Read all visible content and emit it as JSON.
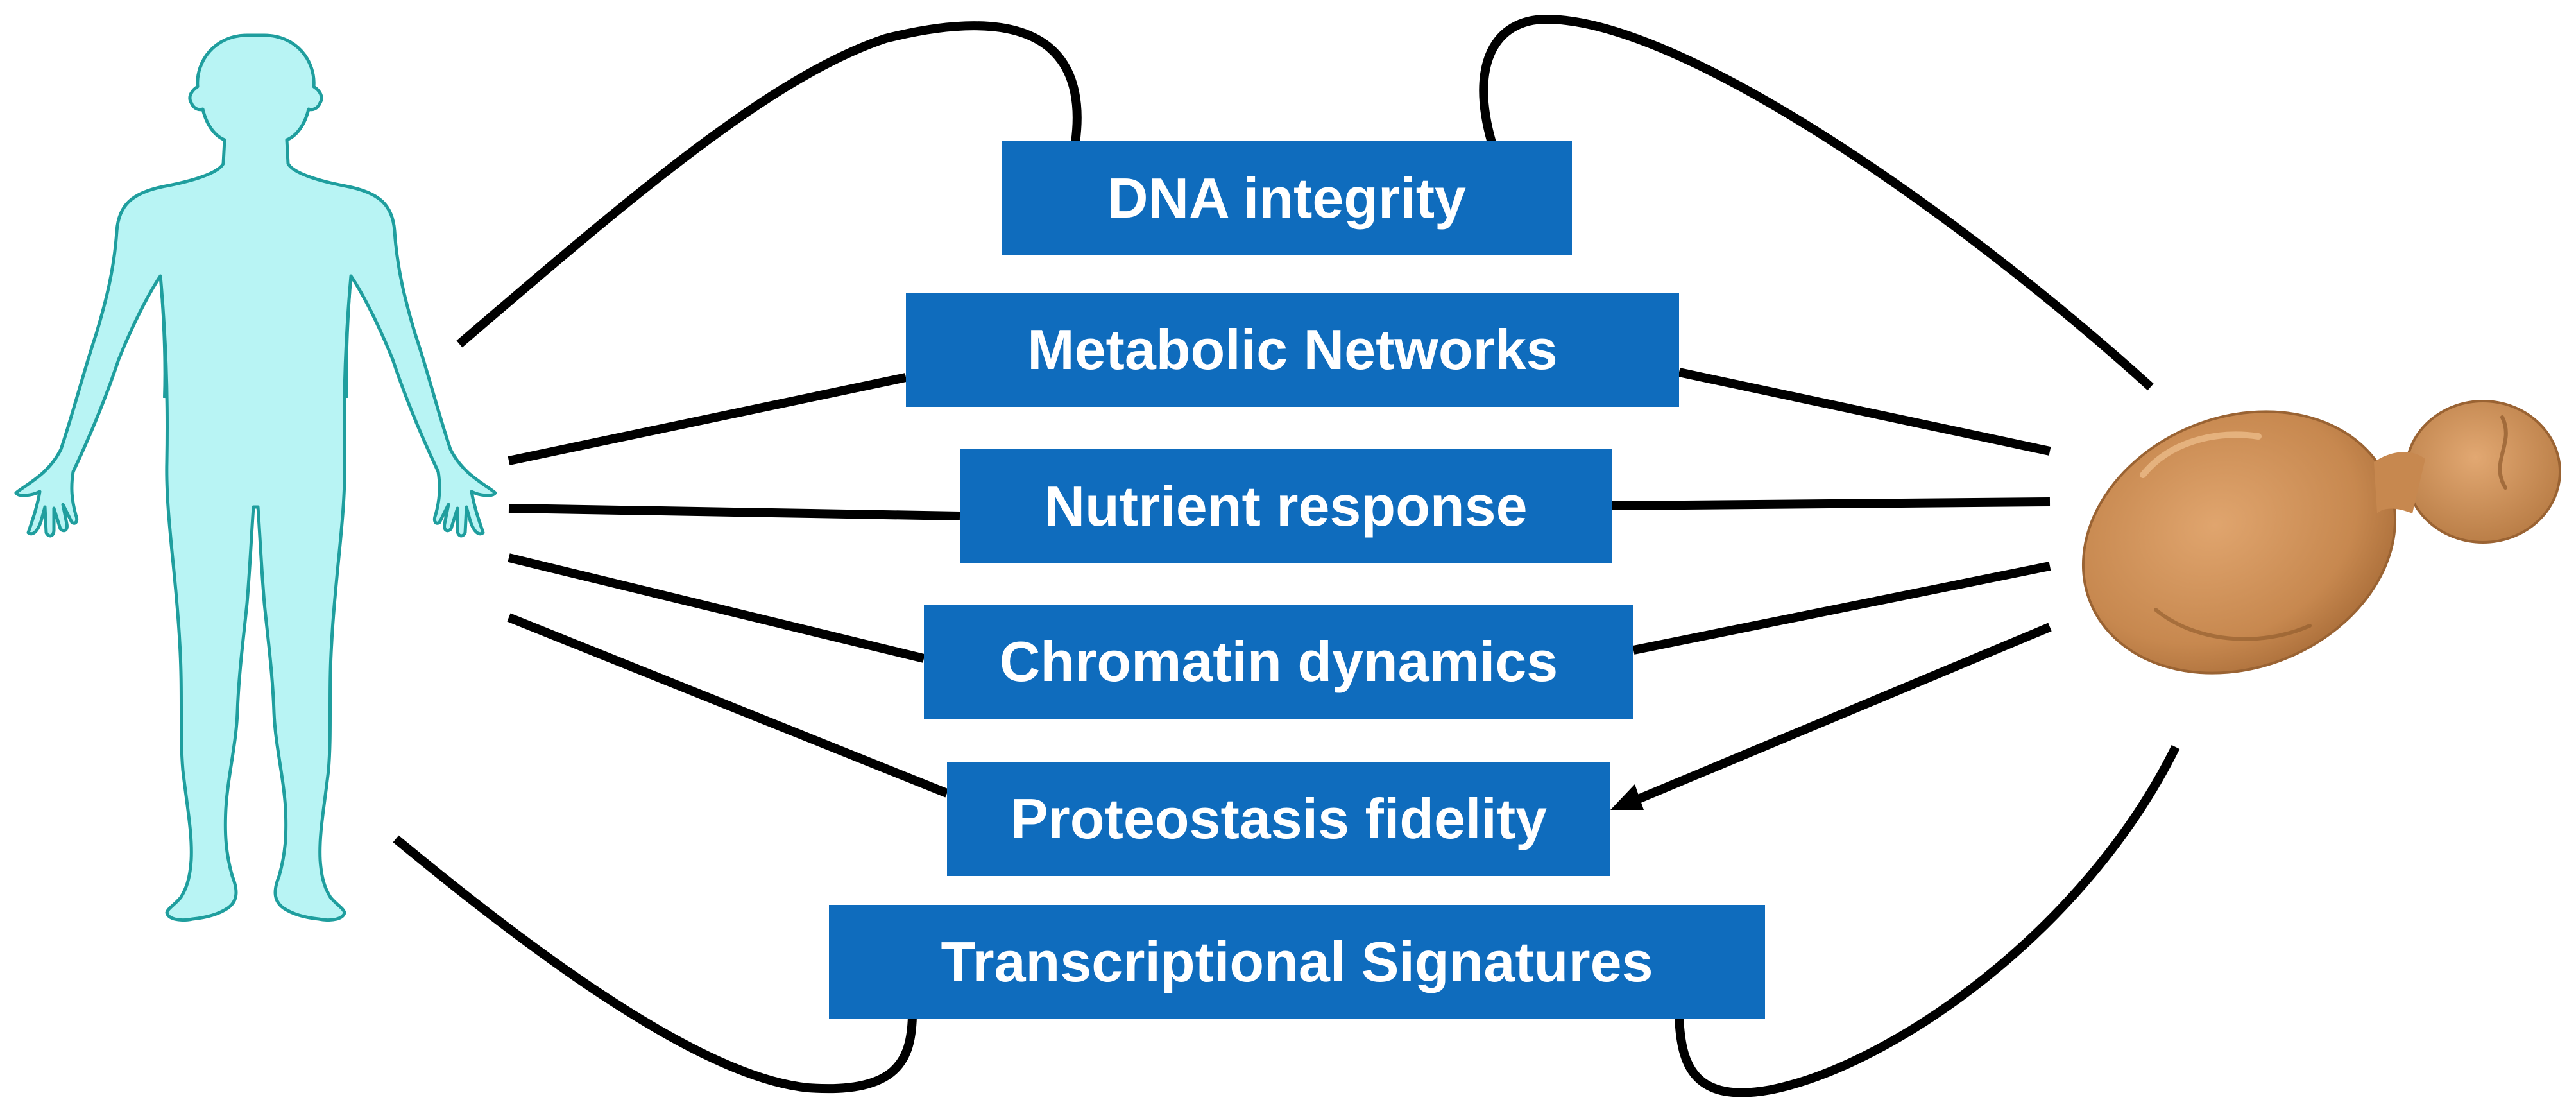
{
  "diagram": {
    "left_entity": {
      "icon": "human-figure-icon",
      "color": "#b8f4f4",
      "outline": "#1f9e9e"
    },
    "right_entity": {
      "icon": "yeast-cell-icon",
      "color": "#c98a52"
    },
    "box_color": "#0f6cbd",
    "text_color": "#ffffff",
    "line_color": "#000000",
    "boxes": [
      {
        "label": "DNA integrity"
      },
      {
        "label": "Metabolic Networks"
      },
      {
        "label": "Nutrient response"
      },
      {
        "label": "Chromatin dynamics"
      },
      {
        "label": "Proteostasis fidelity"
      },
      {
        "label": "Transcriptional Signatures"
      }
    ]
  }
}
